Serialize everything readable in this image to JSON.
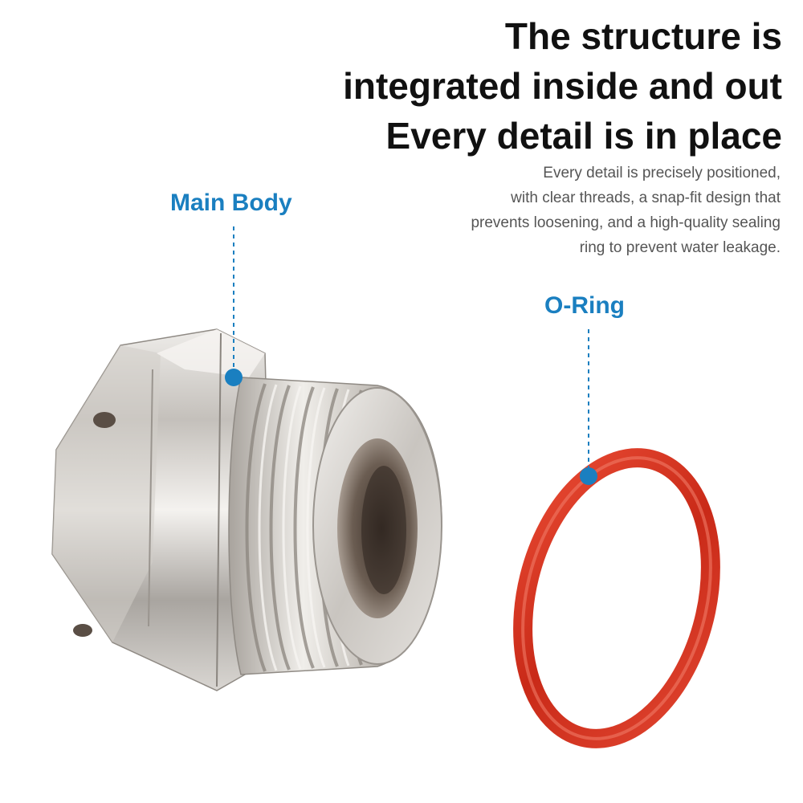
{
  "headline": {
    "line1": "The structure is",
    "line2": "integrated inside and out",
    "line3": "Every detail is in place"
  },
  "description": {
    "line1": "Every detail is precisely positioned,",
    "line2": "with clear threads, a snap-fit design that",
    "line3": "prevents loosening, and a high-quality sealing",
    "line4": "ring to prevent water leakage."
  },
  "callouts": {
    "main_body": "Main Body",
    "o_ring": "O-Ring"
  },
  "colors": {
    "accent": "#1a7fc0",
    "headline": "#111111",
    "description": "#555555",
    "o_ring": "#d8301e",
    "metal": "#c9c6c2"
  }
}
